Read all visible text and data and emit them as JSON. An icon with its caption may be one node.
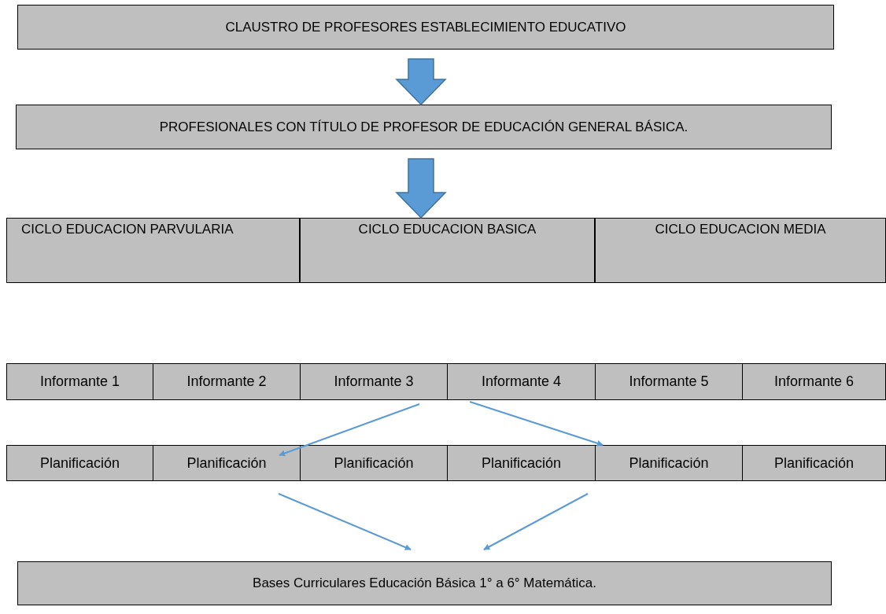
{
  "diagram": {
    "nodes": [
      {
        "text": [
          "CLAUSTRO DE PROFESORES ESTABLECIMIENTO EDUCATIVO"
        ]
      },
      {
        "text": [
          "PROFESIONALES CON TÍTULO DE PROFESOR DE EDUCACIÓN GENERAL BÁSICA."
        ]
      },
      {
        "text": [
          "CICLO EDUCACION PARVULARIA"
        ]
      },
      {
        "text": [
          "CICLO EDUCACION BASICA"
        ]
      },
      {
        "text": [
          "CICLO EDUCACION MEDIA"
        ]
      },
      {
        "text": [
          "Informante 1"
        ]
      },
      {
        "text": [
          "Informante 2"
        ]
      },
      {
        "text": [
          "Informante 3"
        ]
      },
      {
        "text": [
          "Informante 4"
        ]
      },
      {
        "text": [
          "Informante 5"
        ]
      },
      {
        "text": [
          "Informante 6"
        ]
      },
      {
        "text": [
          "Planificación"
        ]
      },
      {
        "text": [
          "Planificación"
        ]
      },
      {
        "text": [
          "Planificación"
        ]
      },
      {
        "text": [
          "Planificación"
        ]
      },
      {
        "text": [
          "Planificación"
        ]
      },
      {
        "text": [
          "Planificación"
        ]
      },
      {
        "text": [
          "Bases Curriculares Educación Básica 1° a 6° Matemática."
        ]
      }
    ],
    "edges": [
      {
        "from": 0,
        "to": 1,
        "arrow": "to",
        "style": "thick"
      },
      {
        "from": 1,
        "to": 3,
        "arrow": "to",
        "style": "thick"
      },
      {
        "from": 7,
        "to": 12,
        "arrow": "to"
      },
      {
        "from": 8,
        "to": 15,
        "arrow": "to"
      },
      {
        "from": 12,
        "to": 17,
        "arrow": "to"
      },
      {
        "from": 14,
        "to": 17,
        "arrow": "to"
      }
    ]
  }
}
